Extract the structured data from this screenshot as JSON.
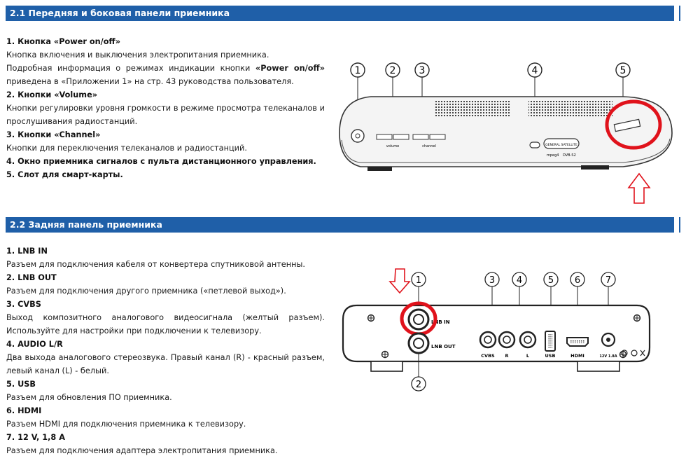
{
  "section1": {
    "title": "2.1 Передняя и боковая панели приемника",
    "items": [
      {
        "heading": "1. Кнопка «Power on/off»",
        "para1": "Кнопка включения и выключения электропитания приемника.",
        "para2_a": "Подробная информация о режимах индикации кнопки ",
        "para2_b": "«Power on/off»",
        "para2_c": " приведена в «Приложении 1» на стр. 43 руководства пользователя."
      },
      {
        "heading": "2.  Кнопки «Volume»",
        "para1": "Кнопки регулировки уровня громкости в режиме просмотра телеканалов и прослушивания радиостанций."
      },
      {
        "heading": "3. Кнопки «Channel»",
        "para1": "Кнопки для переключения телеканалов и радиостанций."
      },
      {
        "heading": "4.  Окно  приемника  сигналов  с  пульта  дистанционного управления."
      },
      {
        "heading": "5. Слот для смарт-карты."
      }
    ],
    "figure": {
      "callouts": [
        "1",
        "2",
        "3",
        "4",
        "5"
      ],
      "volume_label": "volume",
      "channel_label": "channel",
      "brand_label": "GENERAL SATELLITE",
      "mpeg_label": "mpeg4",
      "dvb_label": "DVB-S2"
    }
  },
  "section2": {
    "title": "2.2 Задняя панель приемника",
    "items": [
      {
        "heading": "1. LNB IN",
        "para": "Разъем для подключения кабеля от конвертера спутниковой антенны."
      },
      {
        "heading": "2. LNB OUT",
        "para": "Разъем для подключения другого приемника («петлевой выход»)."
      },
      {
        "heading": "3. CVBS",
        "para": "Выход композитного аналогового видеосигнала (желтый разъем). Используйте для настройки при подключении к телевизору."
      },
      {
        "heading": "4. AUDIO L/R",
        "para": "Два выхода аналогового стереозвука. Правый канал (R) - красный разъем, левый канал (L) - белый."
      },
      {
        "heading": "5. USB",
        "para": "Разъем для обновления ПО приемника."
      },
      {
        "heading": "6. HDMI",
        "para": "Разъем HDMI для подключения приемника к телевизору."
      },
      {
        "heading": "7. 12 V, 1,8 A",
        "para": "Разъем для подключения адаптера электропитания приемника."
      }
    ],
    "figure": {
      "callouts": [
        "1",
        "3",
        "4",
        "5",
        "6",
        "7",
        "2"
      ],
      "port_labels": [
        "LNB IN",
        "LNB OUT",
        "CVBS",
        "R",
        "L",
        "USB",
        "HDMI",
        "12V 1.8A"
      ]
    }
  },
  "colors": {
    "section_bar": "#1f5fa8",
    "highlight": "#e0121b"
  }
}
